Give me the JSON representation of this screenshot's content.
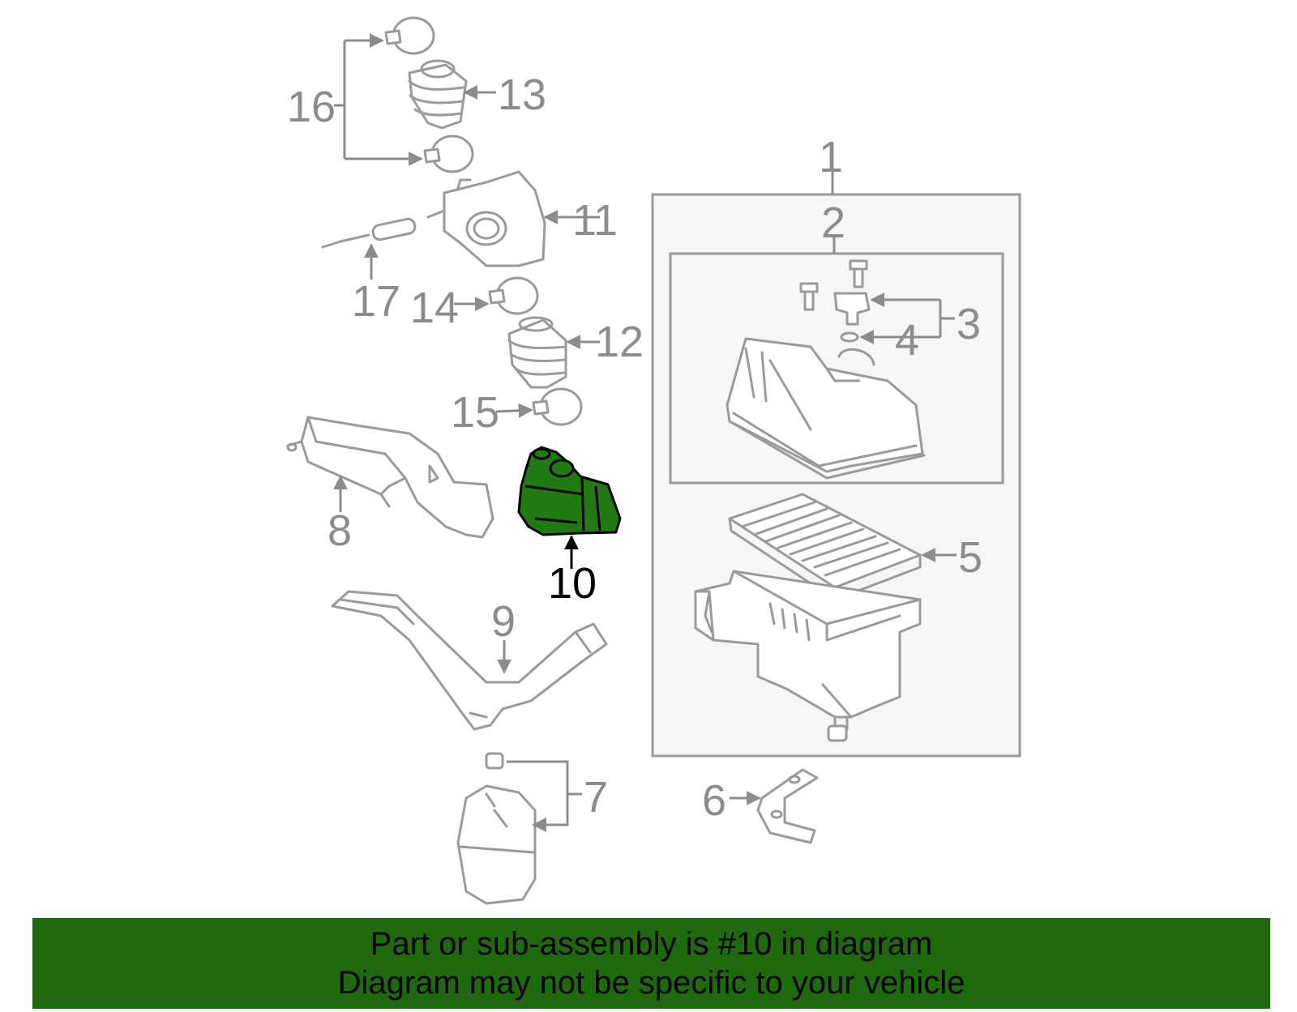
{
  "callouts": {
    "c1": "1",
    "c2": "2",
    "c3": "3",
    "c4": "4",
    "c5": "5",
    "c6": "6",
    "c7": "7",
    "c8": "8",
    "c9": "9",
    "c10": "10",
    "c11": "11",
    "c12": "12",
    "c13": "13",
    "c14": "14",
    "c15": "15",
    "c16": "16",
    "c17": "17"
  },
  "highlight": {
    "part": "10",
    "color": "#217a12"
  },
  "banner": {
    "line1": "Part or sub-assembly is #10 in diagram",
    "line2": "Diagram may not be specific to your vehicle",
    "color": "#1f6a0f"
  }
}
